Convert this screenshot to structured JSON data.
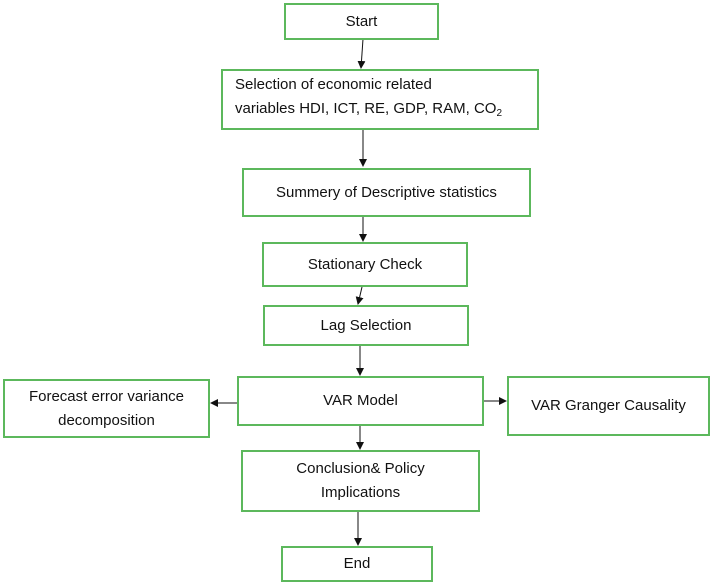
{
  "colors": {
    "box_border": "#5cb85c",
    "arrow": "#111111"
  },
  "nodes": {
    "start": "Start",
    "selection_line1": "Selection of economic related",
    "selection_line2": "variables HDI, ICT, RE, GDP, RAM, CO",
    "selection_sub": "2",
    "descriptive": "Summery of Descriptive statistics",
    "stationary": "Stationary Check",
    "lag": "Lag Selection",
    "var_model": "VAR Model",
    "forecast": "Forecast error variance\ndecomposition",
    "granger": "VAR Granger Causality",
    "conclusion": "Conclusion& Policy\nImplications",
    "end": "End"
  }
}
